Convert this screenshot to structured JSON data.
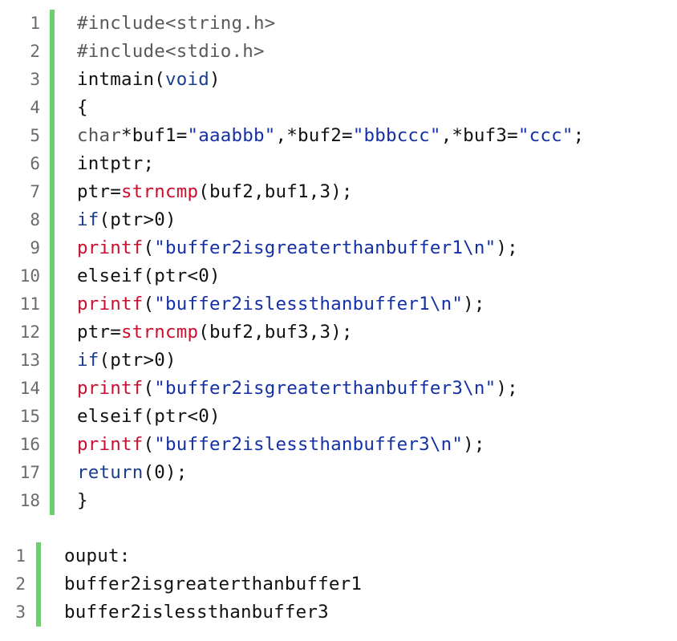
{
  "code_block": {
    "lines": [
      {
        "n": "1",
        "parts": [
          {
            "t": "#include<string.h>",
            "c": "pp"
          }
        ]
      },
      {
        "n": "2",
        "parts": [
          {
            "t": "#include<stdio.h>",
            "c": "pp"
          }
        ]
      },
      {
        "n": "3",
        "parts": [
          {
            "t": "intmain(",
            "c": "txt"
          },
          {
            "t": "void",
            "c": "kw"
          },
          {
            "t": ")",
            "c": "txt"
          }
        ]
      },
      {
        "n": "4",
        "parts": [
          {
            "t": "{",
            "c": "txt"
          }
        ]
      },
      {
        "n": "5",
        "parts": [
          {
            "t": "char",
            "c": "typ"
          },
          {
            "t": "*buf1=",
            "c": "txt"
          },
          {
            "t": "\"aaabbb\"",
            "c": "str"
          },
          {
            "t": ",*buf2=",
            "c": "txt"
          },
          {
            "t": "\"bbbccc\"",
            "c": "str"
          },
          {
            "t": ",*buf3=",
            "c": "txt"
          },
          {
            "t": "\"ccc\"",
            "c": "str"
          },
          {
            "t": ";",
            "c": "txt"
          }
        ]
      },
      {
        "n": "6",
        "parts": [
          {
            "t": "intptr;",
            "c": "txt"
          }
        ]
      },
      {
        "n": "7",
        "parts": [
          {
            "t": "ptr=",
            "c": "txt"
          },
          {
            "t": "strncmp",
            "c": "fn"
          },
          {
            "t": "(buf2,buf1,3);",
            "c": "txt"
          }
        ]
      },
      {
        "n": "8",
        "parts": [
          {
            "t": "if",
            "c": "kw"
          },
          {
            "t": "(ptr>0)",
            "c": "txt"
          }
        ]
      },
      {
        "n": "9",
        "parts": [
          {
            "t": "printf",
            "c": "fn"
          },
          {
            "t": "(",
            "c": "txt"
          },
          {
            "t": "\"buffer2isgreaterthanbuffer1\\n\"",
            "c": "str"
          },
          {
            "t": ");",
            "c": "txt"
          }
        ]
      },
      {
        "n": "10",
        "parts": [
          {
            "t": "elseif(ptr<0)",
            "c": "txt"
          }
        ]
      },
      {
        "n": "11",
        "parts": [
          {
            "t": "printf",
            "c": "fn"
          },
          {
            "t": "(",
            "c": "txt"
          },
          {
            "t": "\"buffer2islessthanbuffer1\\n\"",
            "c": "str"
          },
          {
            "t": ");",
            "c": "txt"
          }
        ]
      },
      {
        "n": "12",
        "parts": [
          {
            "t": "ptr=",
            "c": "txt"
          },
          {
            "t": "strncmp",
            "c": "fn"
          },
          {
            "t": "(buf2,buf3,3);",
            "c": "txt"
          }
        ]
      },
      {
        "n": "13",
        "parts": [
          {
            "t": "if",
            "c": "kw"
          },
          {
            "t": "(ptr>0)",
            "c": "txt"
          }
        ]
      },
      {
        "n": "14",
        "parts": [
          {
            "t": "printf",
            "c": "fn"
          },
          {
            "t": "(",
            "c": "txt"
          },
          {
            "t": "\"buffer2isgreaterthanbuffer3\\n\"",
            "c": "str"
          },
          {
            "t": ");",
            "c": "txt"
          }
        ]
      },
      {
        "n": "15",
        "parts": [
          {
            "t": "elseif(ptr<0)",
            "c": "txt"
          }
        ]
      },
      {
        "n": "16",
        "parts": [
          {
            "t": "printf",
            "c": "fn"
          },
          {
            "t": "(",
            "c": "txt"
          },
          {
            "t": "\"buffer2islessthanbuffer3\\n\"",
            "c": "str"
          },
          {
            "t": ");",
            "c": "txt"
          }
        ]
      },
      {
        "n": "17",
        "parts": [
          {
            "t": "return",
            "c": "kw"
          },
          {
            "t": "(0);",
            "c": "txt"
          }
        ]
      },
      {
        "n": "18",
        "parts": [
          {
            "t": "}",
            "c": "txt"
          }
        ]
      }
    ]
  },
  "output_block": {
    "lines": [
      {
        "n": "1",
        "parts": [
          {
            "t": "ouput:",
            "c": "txt"
          }
        ]
      },
      {
        "n": "2",
        "parts": [
          {
            "t": "buffer2isgreaterthanbuffer1",
            "c": "txt"
          }
        ]
      },
      {
        "n": "3",
        "parts": [
          {
            "t": "buffer2islessthanbuffer3",
            "c": "txt"
          }
        ]
      }
    ]
  },
  "colors": {
    "gutter_bar": "#6dd06d",
    "line_number": "#6b6b6b",
    "keyword": "#1a3d8c",
    "function": "#c8102e",
    "string": "#1530a6",
    "text": "#111111"
  }
}
